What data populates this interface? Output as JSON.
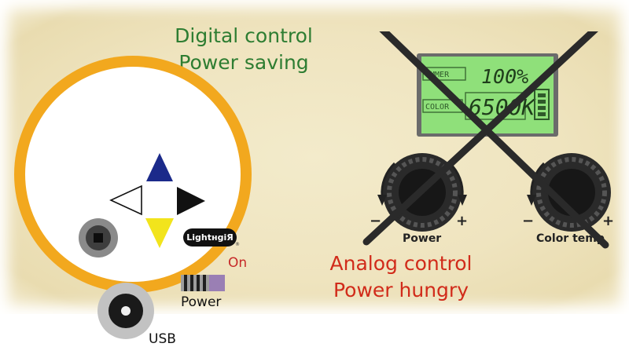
{
  "digital": {
    "line1": "Digital control",
    "line2": "Power saving",
    "text_color": "#2e7d32"
  },
  "analog": {
    "line1": "Analog control",
    "line2": "Power hungry",
    "text_color": "#d12b1a"
  },
  "controller": {
    "logo": "LightнgiЯ",
    "switch_state_label": "On",
    "switch_label": "Power",
    "port_label": "USB",
    "ring_color": "#f2a81e",
    "arrow_colors": {
      "up": "#1b2a8a",
      "down": "#f2e41c",
      "right": "#111111",
      "left": "#ffffff"
    },
    "icons": [
      "arrow-up-icon",
      "arrow-down-icon",
      "arrow-left-icon",
      "arrow-right-icon",
      "square-button-icon",
      "usb-port-icon"
    ]
  },
  "analog_device": {
    "display": {
      "dimmer_tag": "IMMER",
      "dimmer_value": "100%",
      "color_tag": "COLOR",
      "color_value": "6500K",
      "screen_color": "#8fe07a"
    },
    "knobs": [
      {
        "label": "Power",
        "minus": "−",
        "plus": "+"
      },
      {
        "label": "Color temp",
        "minus": "−",
        "plus": "+"
      }
    ],
    "crossed_out": true,
    "cross_color": "#2a2a2a"
  }
}
